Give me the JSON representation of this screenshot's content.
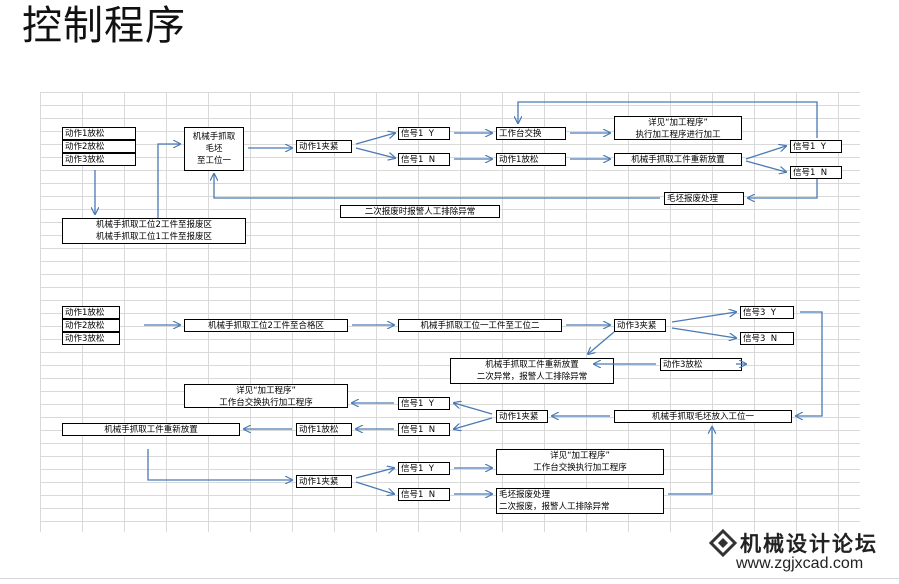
{
  "title": "控制程序",
  "boxes": [
    {
      "id": "s1",
      "text": "动作1放松",
      "align": "l"
    },
    {
      "id": "s2",
      "text": "动作2放松",
      "align": "l"
    },
    {
      "id": "s3",
      "text": "动作3放松",
      "align": "l"
    },
    {
      "id": "grab1",
      "text": "机械手抓取\n毛坯\n至工位一"
    },
    {
      "id": "clamp1",
      "text": "动作1夹紧",
      "align": "l"
    },
    {
      "id": "sig1y",
      "text": "信号1  Y",
      "align": "l"
    },
    {
      "id": "sig1n",
      "text": "信号1  N",
      "align": "l"
    },
    {
      "id": "swap",
      "text": "工作台交换",
      "align": "l"
    },
    {
      "id": "rel1",
      "text": "动作1放松",
      "align": "l"
    },
    {
      "id": "proc",
      "text": "详见“加工程序”\n执行加工程序进行加工"
    },
    {
      "id": "replace1",
      "text": "机械手抓取工件重新放置"
    },
    {
      "id": "sig1y_r",
      "text": "信号1  Y",
      "align": "l"
    },
    {
      "id": "sig1n_r",
      "text": "信号1  N",
      "align": "l"
    },
    {
      "id": "scrap1",
      "text": "毛坯报废处理",
      "align": "l"
    },
    {
      "id": "alarm1",
      "text": "二次报废时报警人工排除异常"
    },
    {
      "id": "reject",
      "text": "机械手抓取工位2工件至报废区\n机械手抓取工位1工件至报废区"
    },
    {
      "id": "t1",
      "text": "动作1放松",
      "align": "l"
    },
    {
      "id": "t2",
      "text": "动作2放松",
      "align": "l"
    },
    {
      "id": "t3",
      "text": "动作3放松",
      "align": "l"
    },
    {
      "id": "toqual",
      "text": "机械手抓取工位2工件至合格区"
    },
    {
      "id": "w1to2",
      "text": "机械手抓取工位一工件至工位二"
    },
    {
      "id": "clamp3",
      "text": "动作3夹紧",
      "align": "l"
    },
    {
      "id": "sig3y",
      "text": "信号3  Y",
      "align": "l"
    },
    {
      "id": "sig3n",
      "text": "信号3  N",
      "align": "l"
    },
    {
      "id": "rel3",
      "text": "动作3放松",
      "align": "l"
    },
    {
      "id": "replace2",
      "text": "机械手抓取工件重新放置\n二次异常，报警人工排除异常"
    },
    {
      "id": "proc2",
      "text": "详见“加工程序”\n工作台交换执行加工程序"
    },
    {
      "id": "b_sig1y",
      "text": "信号1  Y",
      "align": "l"
    },
    {
      "id": "b_sig1n",
      "text": "信号1  N",
      "align": "l"
    },
    {
      "id": "b_clamp1",
      "text": "动作1夹紧",
      "align": "l"
    },
    {
      "id": "putblank",
      "text": "机械手抓取毛坯放入工位一"
    },
    {
      "id": "replace3",
      "text": "机械手抓取工件重新放置"
    },
    {
      "id": "b_rel1",
      "text": "动作1放松",
      "align": "l"
    },
    {
      "id": "c_clamp1",
      "text": "动作1夹紧",
      "align": "l"
    },
    {
      "id": "c_sig1y",
      "text": "信号1  Y",
      "align": "l"
    },
    {
      "id": "c_sig1n",
      "text": "信号1  N",
      "align": "l"
    },
    {
      "id": "proc3",
      "text": "详见“加工程序”\n工作台交换执行加工程序"
    },
    {
      "id": "scrap2",
      "text": "毛坯报废处理\n二次报废，报警人工排除异常",
      "align": "l"
    }
  ],
  "watermark": {
    "name": "机械设计论坛",
    "url": "www.zgjxcad.com"
  },
  "colors": {
    "arrow": "#4a7ab5",
    "grid": "#d9d9d9"
  }
}
